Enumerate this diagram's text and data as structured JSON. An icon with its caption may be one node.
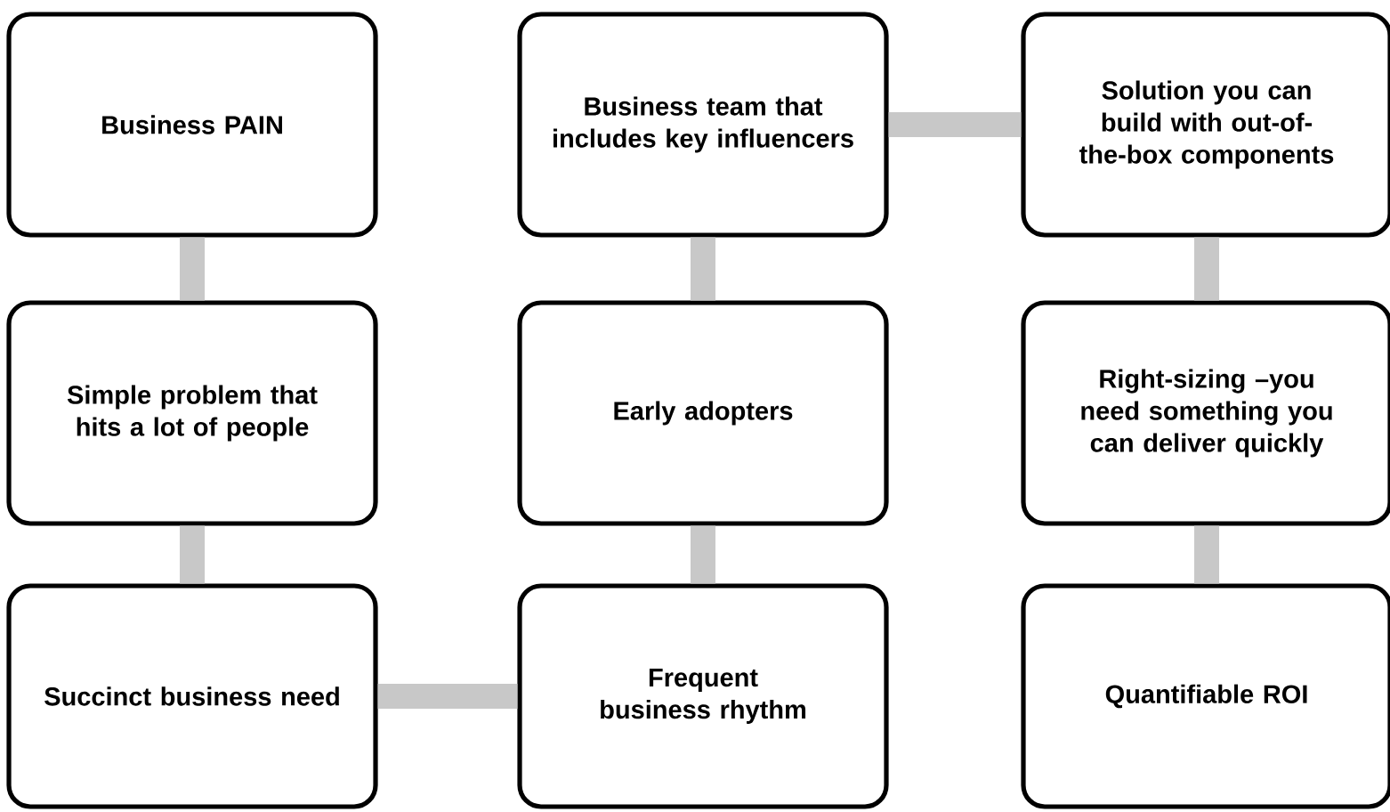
{
  "diagram": {
    "nodes": [
      {
        "text": [
          "Business PAIN"
        ]
      },
      {
        "text": [
          "Simple problem that hits a lot of people"
        ]
      },
      {
        "text": [
          "Succinct business need"
        ]
      },
      {
        "text": [
          "Frequent business rhythm"
        ]
      },
      {
        "text": [
          "Early adopters"
        ]
      },
      {
        "text": [
          "Business team that includes key influencers"
        ]
      },
      {
        "text": [
          "Solution you can build with out-of-the-box components"
        ]
      },
      {
        "text": [
          "Right-sizing –you need something you can deliver quickly"
        ]
      },
      {
        "text": [
          "Quantifiable ROI"
        ]
      }
    ],
    "edges": [
      {
        "from": 0,
        "to": 1,
        "arrow": "none"
      },
      {
        "from": 1,
        "to": 2,
        "arrow": "none"
      },
      {
        "from": 2,
        "to": 3,
        "arrow": "none"
      },
      {
        "from": 3,
        "to": 4,
        "arrow": "none"
      },
      {
        "from": 4,
        "to": 5,
        "arrow": "none"
      },
      {
        "from": 5,
        "to": 6,
        "arrow": "none"
      },
      {
        "from": 6,
        "to": 7,
        "arrow": "none"
      },
      {
        "from": 7,
        "to": 8,
        "arrow": "none"
      }
    ]
  }
}
